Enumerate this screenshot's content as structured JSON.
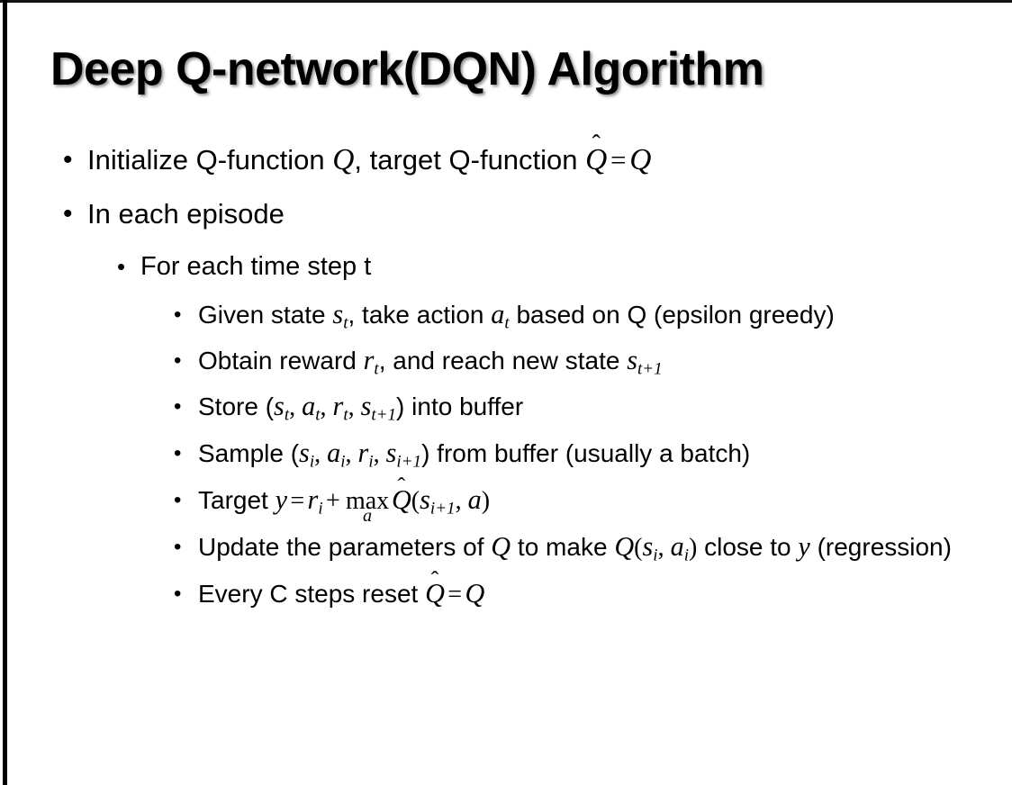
{
  "slide": {
    "title": "Deep Q-network(DQN) Algorithm",
    "background_color": "#ffffff",
    "text_color": "#000000",
    "accent_bar_color": "#000000",
    "bullet_glyph": "•"
  },
  "content": {
    "b1": {
      "level": 1,
      "t1": "Initialize Q-function ",
      "m1": "Q",
      "t2": ", target Q-function ",
      "m2": "Q",
      "hat": "̂",
      "op": "=",
      "m3": "Q"
    },
    "b2": {
      "level": 1,
      "text": "In each episode"
    },
    "b3": {
      "level": 2,
      "text": "For each time step t"
    },
    "b4": {
      "level": 3,
      "t1": "Given state ",
      "m_s": "s",
      "sub_s": "t",
      "t2": ", take action ",
      "m_a": "a",
      "sub_a": "t",
      "t3": " based on Q (epsilon greedy)"
    },
    "b5": {
      "level": 3,
      "t1": "Obtain reward ",
      "m_r": "r",
      "sub_r": "t",
      "t2": ", and reach new state ",
      "m_s": "s",
      "sub_s": "t+1"
    },
    "b6": {
      "level": 3,
      "t1": "Store (",
      "m_s": "s",
      "sub_s": "t",
      "sep1": ", ",
      "m_a": "a",
      "sub_a": "t",
      "sep2": ", ",
      "m_r": "r",
      "sub_r": "t",
      "sep3": ", ",
      "m_s2": "s",
      "sub_s2": "t+1",
      "t2": ") into buffer"
    },
    "b7": {
      "level": 3,
      "t1": "Sample (",
      "m_s": "s",
      "sub_s": "i",
      "sep1": ", ",
      "m_a": "a",
      "sub_a": "i",
      "sep2": ", ",
      "m_r": "r",
      "sub_r": "i",
      "sep3": ", ",
      "m_s2": "s",
      "sub_s2": "i+1",
      "t2": ") from buffer (usually a batch)"
    },
    "b8": {
      "level": 3,
      "t1": "Target ",
      "m_y": "y",
      "eq": "=",
      "m_r": "r",
      "sub_r": "i",
      "plus": "+",
      "op_name": "max",
      "op_limit": "a",
      "m_q": "Q",
      "hat": "̂",
      "paren_open": "(",
      "m_s": "s",
      "sub_s": "i+1",
      "sep": ", ",
      "m_a": "a",
      "paren_close": ")"
    },
    "b9": {
      "level": 3,
      "t1": "Update the parameters of ",
      "m_q1": "Q",
      "t2": " to make ",
      "m_q2": "Q",
      "paren_open": "(",
      "m_s": "s",
      "sub_s": "i",
      "sep": ", ",
      "m_a": "a",
      "sub_a": "i",
      "paren_close": ")",
      "t3": " close to ",
      "m_y": "y",
      "t4": " (regression)"
    },
    "b10": {
      "level": 3,
      "t1": "Every C steps reset ",
      "m_q1": "Q",
      "hat": "̂",
      "eq": "=",
      "m_q2": "Q"
    }
  }
}
